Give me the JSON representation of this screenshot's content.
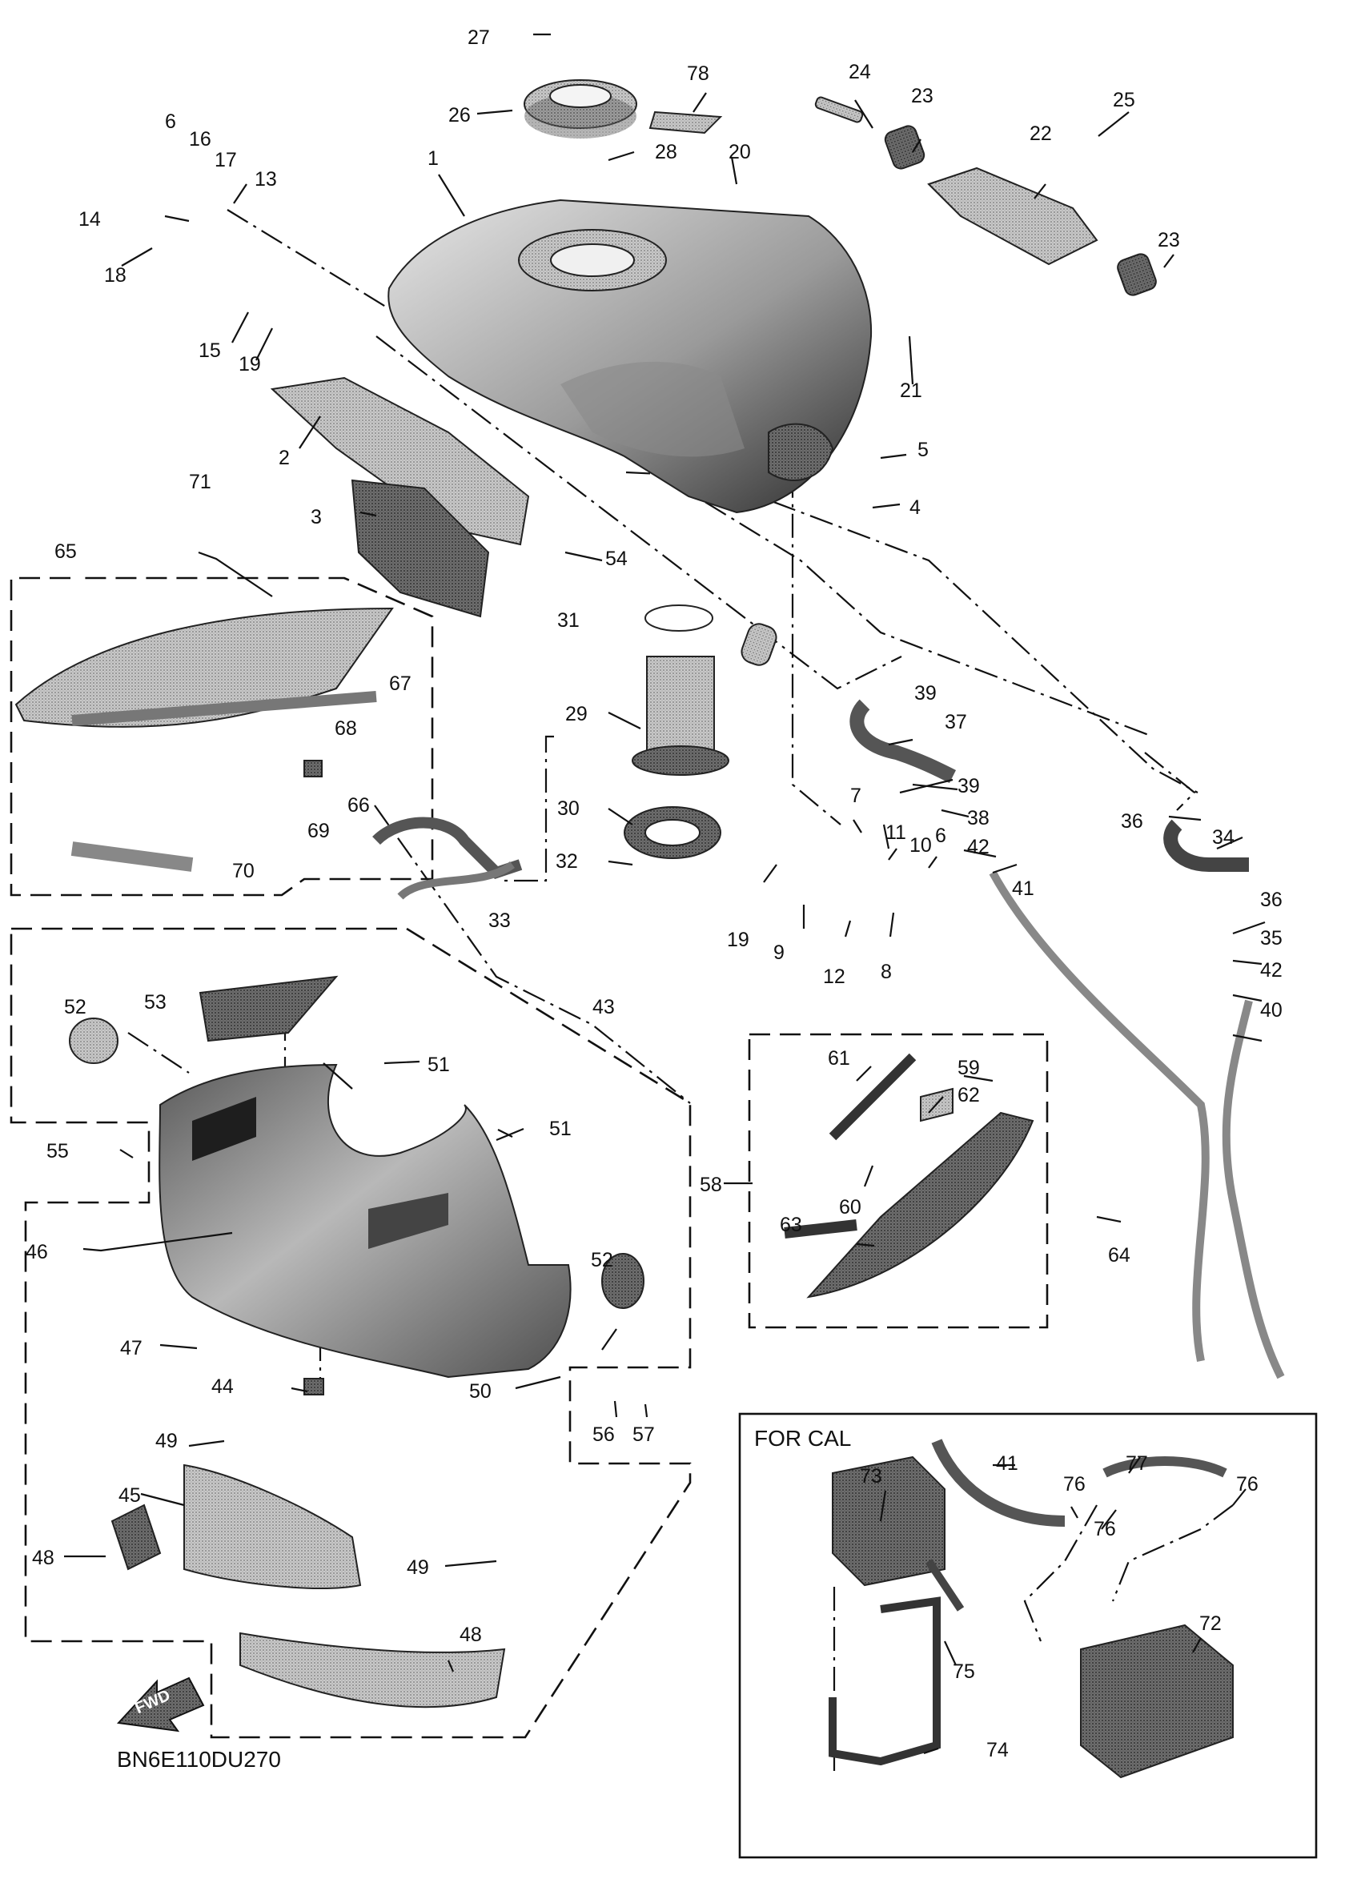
{
  "diagram_code": "BN6E110DU270",
  "fwd_label": "FWD",
  "for_cal_label": "FOR CAL",
  "callouts": [
    {
      "key": "c1",
      "text": "1"
    },
    {
      "key": "c2",
      "text": "2"
    },
    {
      "key": "c3",
      "text": "3"
    },
    {
      "key": "c4",
      "text": "4"
    },
    {
      "key": "c5",
      "text": "5"
    },
    {
      "key": "c6a",
      "text": "6"
    },
    {
      "key": "c6b",
      "text": "6"
    },
    {
      "key": "c7",
      "text": "7"
    },
    {
      "key": "c8",
      "text": "8"
    },
    {
      "key": "c9",
      "text": "9"
    },
    {
      "key": "c10",
      "text": "10"
    },
    {
      "key": "c11",
      "text": "11"
    },
    {
      "key": "c12",
      "text": "12"
    },
    {
      "key": "c13",
      "text": "13"
    },
    {
      "key": "c14",
      "text": "14"
    },
    {
      "key": "c15",
      "text": "15"
    },
    {
      "key": "c16",
      "text": "16"
    },
    {
      "key": "c17",
      "text": "17"
    },
    {
      "key": "c18",
      "text": "18"
    },
    {
      "key": "c19a",
      "text": "19"
    },
    {
      "key": "c19b",
      "text": "19"
    },
    {
      "key": "c20",
      "text": "20"
    },
    {
      "key": "c21",
      "text": "21"
    },
    {
      "key": "c22",
      "text": "22"
    },
    {
      "key": "c23a",
      "text": "23"
    },
    {
      "key": "c23b",
      "text": "23"
    },
    {
      "key": "c24",
      "text": "24"
    },
    {
      "key": "c25",
      "text": "25"
    },
    {
      "key": "c26",
      "text": "26"
    },
    {
      "key": "c27",
      "text": "27"
    },
    {
      "key": "c28",
      "text": "28"
    },
    {
      "key": "c29",
      "text": "29"
    },
    {
      "key": "c30",
      "text": "30"
    },
    {
      "key": "c31",
      "text": "31"
    },
    {
      "key": "c32",
      "text": "32"
    },
    {
      "key": "c33",
      "text": "33"
    },
    {
      "key": "c34",
      "text": "34"
    },
    {
      "key": "c35",
      "text": "35"
    },
    {
      "key": "c36a",
      "text": "36"
    },
    {
      "key": "c36b",
      "text": "36"
    },
    {
      "key": "c37",
      "text": "37"
    },
    {
      "key": "c38",
      "text": "38"
    },
    {
      "key": "c39a",
      "text": "39"
    },
    {
      "key": "c39b",
      "text": "39"
    },
    {
      "key": "c40",
      "text": "40"
    },
    {
      "key": "c41a",
      "text": "41"
    },
    {
      "key": "c41b",
      "text": "41"
    },
    {
      "key": "c42a",
      "text": "42"
    },
    {
      "key": "c42b",
      "text": "42"
    },
    {
      "key": "c43",
      "text": "43"
    },
    {
      "key": "c44",
      "text": "44"
    },
    {
      "key": "c45",
      "text": "45"
    },
    {
      "key": "c46",
      "text": "46"
    },
    {
      "key": "c47",
      "text": "47"
    },
    {
      "key": "c48a",
      "text": "48"
    },
    {
      "key": "c48b",
      "text": "48"
    },
    {
      "key": "c49a",
      "text": "49"
    },
    {
      "key": "c49b",
      "text": "49"
    },
    {
      "key": "c50",
      "text": "50"
    },
    {
      "key": "c51a",
      "text": "51"
    },
    {
      "key": "c51b",
      "text": "51"
    },
    {
      "key": "c52a",
      "text": "52"
    },
    {
      "key": "c52b",
      "text": "52"
    },
    {
      "key": "c53",
      "text": "53"
    },
    {
      "key": "c54",
      "text": "54"
    },
    {
      "key": "c55",
      "text": "55"
    },
    {
      "key": "c56",
      "text": "56"
    },
    {
      "key": "c57",
      "text": "57"
    },
    {
      "key": "c58",
      "text": "58"
    },
    {
      "key": "c59",
      "text": "59"
    },
    {
      "key": "c60",
      "text": "60"
    },
    {
      "key": "c61",
      "text": "61"
    },
    {
      "key": "c62",
      "text": "62"
    },
    {
      "key": "c63",
      "text": "63"
    },
    {
      "key": "c64",
      "text": "64"
    },
    {
      "key": "c65",
      "text": "65"
    },
    {
      "key": "c66",
      "text": "66"
    },
    {
      "key": "c67",
      "text": "67"
    },
    {
      "key": "c68",
      "text": "68"
    },
    {
      "key": "c69",
      "text": "69"
    },
    {
      "key": "c70",
      "text": "70"
    },
    {
      "key": "c71",
      "text": "71"
    },
    {
      "key": "c72",
      "text": "72"
    },
    {
      "key": "c73",
      "text": "73"
    },
    {
      "key": "c74",
      "text": "74"
    },
    {
      "key": "c75",
      "text": "75"
    },
    {
      "key": "c76a",
      "text": "76"
    },
    {
      "key": "c76b",
      "text": "76"
    },
    {
      "key": "c76c",
      "text": "76"
    },
    {
      "key": "c77",
      "text": "77"
    },
    {
      "key": "c78",
      "text": "78"
    }
  ]
}
